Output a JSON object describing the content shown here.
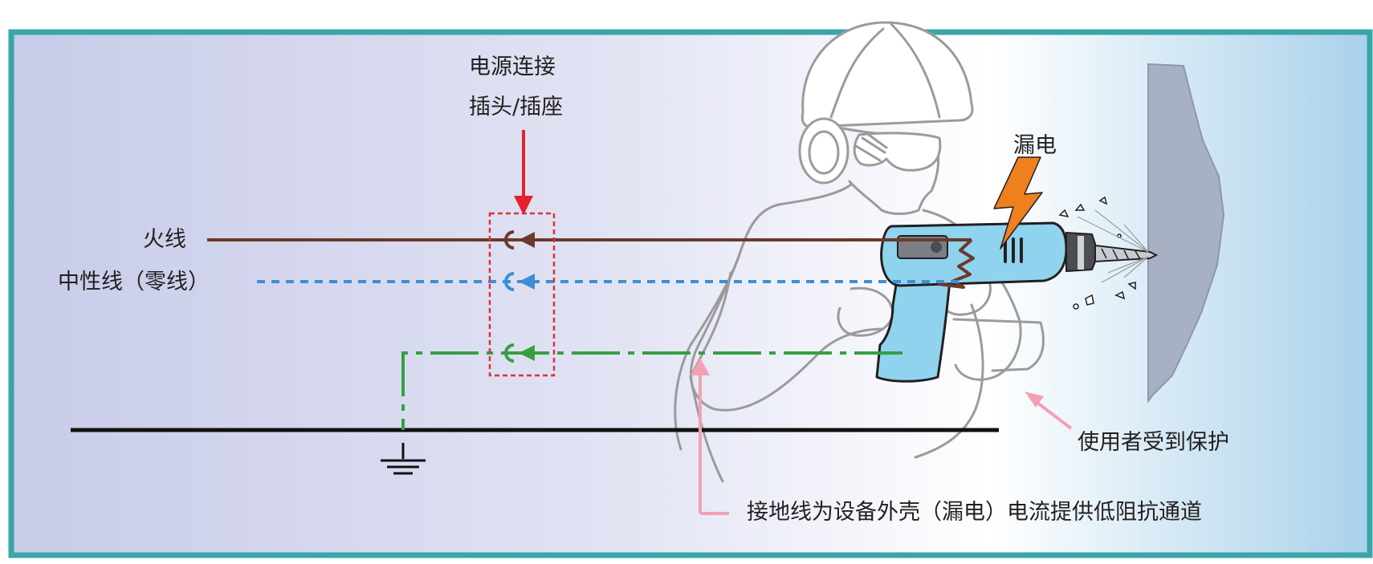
{
  "labels": {
    "power_connection": "电源连接",
    "plug_socket": "插头/插座",
    "live_wire": "火线",
    "neutral_wire": "中性线（零线）",
    "leakage": "漏电",
    "user_protected": "使用者受到保护",
    "ground_path": "接地线为设备外壳（漏电）电流提供低阻抗通道"
  },
  "colors": {
    "frame": "#3aa6a9",
    "live": "#6b3a2a",
    "neutral": "#3d8fd4",
    "ground": "#35a043",
    "plug_box": "#e0303a",
    "arrow_red": "#e3222c",
    "arrow_pink": "#f4a0b4",
    "bolt": "#f07f1e",
    "drill_body": "#8fd3ef",
    "wall": "#a8b0c4",
    "outline": "#9b9b9b"
  },
  "icons": [
    "ground-symbol-icon",
    "lightning-bolt-icon",
    "drill-icon",
    "worker-figure-icon"
  ]
}
